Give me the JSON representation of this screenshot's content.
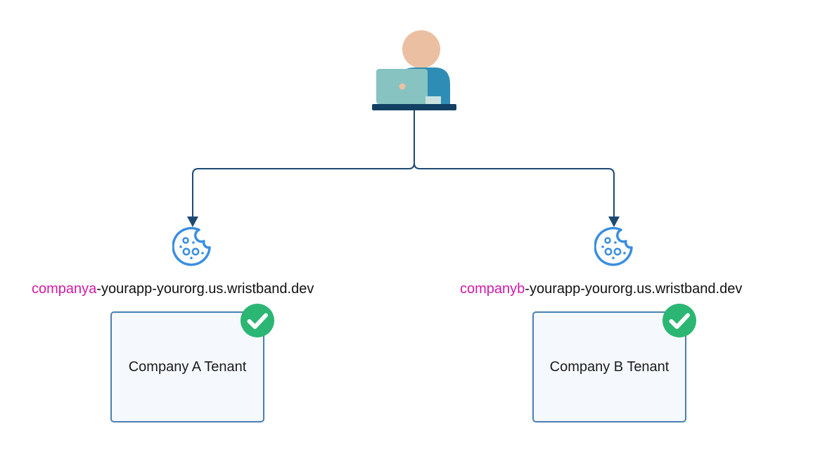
{
  "colors": {
    "connector": "#1d4a73",
    "subdomain_highlight": "#d01aa8",
    "tenant_border": "#4a7fb0",
    "tenant_fill": "#f5f9fd",
    "check": "#2bb673",
    "cookie": "#3a8ee0"
  },
  "icons": {
    "user": "user-with-laptop-icon",
    "cookie": "cookie-icon",
    "check": "check-circle-icon"
  },
  "branches": [
    {
      "subdomain": "companya",
      "domain_rest": "-yourapp-yourorg.us.wristband.dev",
      "tenant_label": "Company A Tenant"
    },
    {
      "subdomain": "companyb",
      "domain_rest": "-yourapp-yourorg.us.wristband.dev",
      "tenant_label": "Company B Tenant"
    }
  ]
}
